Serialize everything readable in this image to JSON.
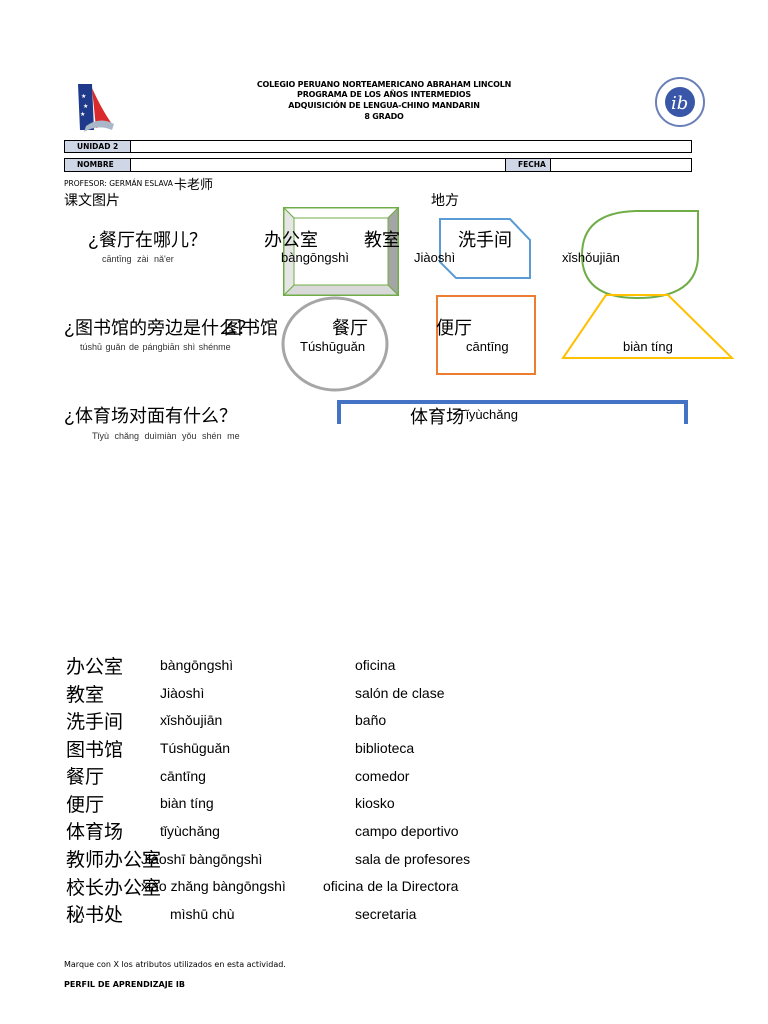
{
  "header": {
    "line1": "COLEGIO PERUANO NORTEAMERICANO ABRAHAM LINCOLN",
    "line2": "PROGRAMA DE LOS AÑOS INTERMEDIOS",
    "line3": "ADQUISICIÓN DE LENGUA-CHINO MANDARIN",
    "line4": "8 GRADO"
  },
  "form": {
    "unidad_label": "UNIDAD 2",
    "nombre_label": "NOMBRE",
    "fecha_label": "FECHA",
    "profesor": "PROFESOR: GERMÁN ESLAVA",
    "profesor_han": "卡老师"
  },
  "section_titles": {
    "left": "课文图片",
    "right": "地方"
  },
  "q1": {
    "question": "¿餐厅在哪儿？",
    "pinyin": "cāntīng  zài  nǎ'er",
    "shapes": [
      {
        "han": "办公室",
        "pinyin": "bàngōngshì"
      },
      {
        "han": "教室",
        "pinyin": "Jiàoshì"
      },
      {
        "han": "洗手间",
        "pinyin": "xǐshǒujiān"
      }
    ]
  },
  "q2": {
    "question": "¿图书馆的旁边是什么？",
    "pinyin": "túshū guǎn de  pángbiān shì shénme",
    "shapes": [
      {
        "han": "图书馆",
        "pinyin": "Túshūguǎn"
      },
      {
        "han": "餐厅",
        "pinyin": "cāntīng"
      },
      {
        "han": "便厅",
        "pinyin": "biàn tíng"
      }
    ]
  },
  "q3": {
    "question": "¿体育场对面有什么？",
    "pinyin": "Tǐyù  chǎng  duìmiàn  yǒu  shén me",
    "shape": {
      "han": "体育场",
      "pinyin": "Tǐyùchǎng"
    }
  },
  "vocab": [
    {
      "han": "办公室",
      "pinyin": "bàngōngshì",
      "es": "oficina"
    },
    {
      "han": "教室",
      "pinyin": "Jiàoshì",
      "es": "salón de clase"
    },
    {
      "han": "洗手间",
      "pinyin": "xǐshǒujiān",
      "es": "baño"
    },
    {
      "han": "图书馆",
      "pinyin": "Túshūguǎn",
      "es": "biblioteca"
    },
    {
      "han": "餐厅",
      "pinyin": "cāntīng",
      "es": "comedor"
    },
    {
      "han": "便厅",
      "pinyin": "biàn tíng",
      "es": "kiosko"
    },
    {
      "han": "体育场",
      "pinyin": "tǐyùchǎng",
      "es": "campo deportivo"
    },
    {
      "han": "教师办公室",
      "pinyin": "Jiàoshī bàngōngshì",
      "es": "sala de profesores"
    },
    {
      "han": "校长办公室",
      "pinyin": "xiào zhǎng bàngōngshì",
      "es": "oficina de la Directora"
    },
    {
      "han": "秘书处",
      "pinyin": "mìshū chù",
      "es": "secretaria"
    }
  ],
  "footer": {
    "instruction": "Marque con X los atributos utilizados en esta actividad.",
    "perfil": "PERFIL DE APRENDIZAJE IB"
  },
  "colors": {
    "green": "#70ad47",
    "blue": "#5b9bd5",
    "gray": "#a6a6a6",
    "orange": "#ed7d31",
    "yellow": "#ffc000",
    "bracket": "#4472c4"
  }
}
